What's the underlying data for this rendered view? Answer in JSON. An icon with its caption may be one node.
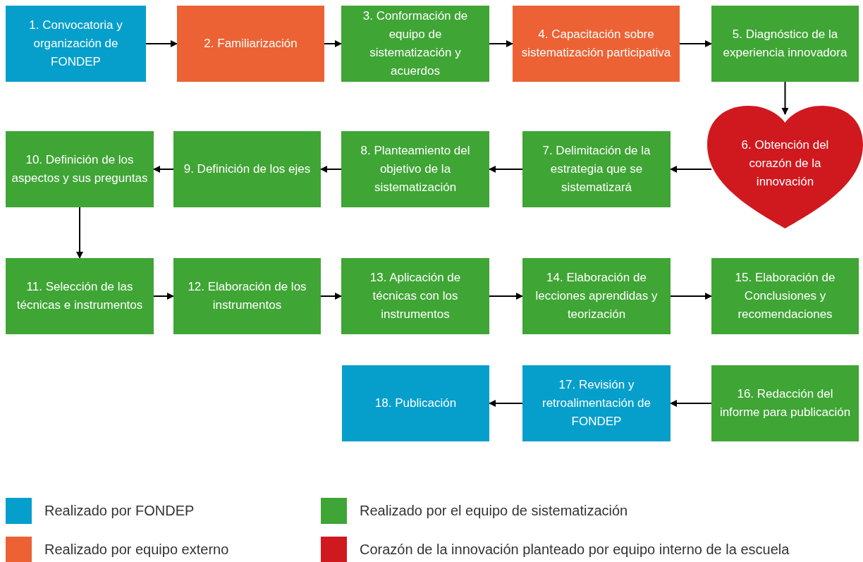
{
  "diagram": {
    "nodes": [
      {
        "text": [
          "1. Convocatoria y organización de FONDEP"
        ]
      },
      {
        "text": [
          "2. Familiarización"
        ]
      },
      {
        "text": [
          "3. Conformación de equipo de sistematización y acuerdos"
        ]
      },
      {
        "text": [
          "4. Capacitación sobre sistematización participativa"
        ]
      },
      {
        "text": [
          "5. Diagnóstico de la experiencia innovadora"
        ]
      },
      {
        "text": [
          "6. Obtención del corazón de la innovación"
        ]
      },
      {
        "text": [
          "7. Delimitación de la estrategia que se sistematizará"
        ]
      },
      {
        "text": [
          "8. Planteamiento del objetivo de la sistematización"
        ]
      },
      {
        "text": [
          "9. Definición de los ejes"
        ]
      },
      {
        "text": [
          "10. Definición de los aspectos y sus preguntas"
        ]
      },
      {
        "text": [
          "11. Selección de las técnicas e instrumentos"
        ]
      },
      {
        "text": [
          "12. Elaboración de los instrumentos"
        ]
      },
      {
        "text": [
          "13. Aplicación de técnicas con los instrumentos"
        ]
      },
      {
        "text": [
          "14. Elaboración de lecciones aprendidas y teorización"
        ]
      },
      {
        "text": [
          "15. Elaboración de Conclusiones y recomendaciones"
        ]
      },
      {
        "text": [
          "16. Redacción del informe para publicación"
        ]
      },
      {
        "text": [
          "17. Revisión y retroalimentación de FONDEP"
        ]
      },
      {
        "text": [
          "18. Publicación"
        ]
      }
    ],
    "edges": [
      {
        "from": 0,
        "to": 1,
        "arrow": "to"
      },
      {
        "from": 1,
        "to": 2,
        "arrow": "to"
      },
      {
        "from": 2,
        "to": 3,
        "arrow": "to"
      },
      {
        "from": 3,
        "to": 4,
        "arrow": "to"
      },
      {
        "from": 4,
        "to": 5,
        "arrow": "to"
      },
      {
        "from": 5,
        "to": 6,
        "arrow": "to"
      },
      {
        "from": 6,
        "to": 7,
        "arrow": "to"
      },
      {
        "from": 7,
        "to": 8,
        "arrow": "to"
      },
      {
        "from": 8,
        "to": 9,
        "arrow": "to"
      },
      {
        "from": 9,
        "to": 10,
        "arrow": "to"
      },
      {
        "from": 10,
        "to": 11,
        "arrow": "to"
      },
      {
        "from": 11,
        "to": 12,
        "arrow": "to"
      },
      {
        "from": 12,
        "to": 13,
        "arrow": "to"
      },
      {
        "from": 13,
        "to": 14,
        "arrow": "to"
      },
      {
        "from": 15,
        "to": 16,
        "arrow": "to"
      },
      {
        "from": 16,
        "to": 17,
        "arrow": "to"
      }
    ],
    "legend": [
      {
        "text": "Realizado por FONDEP",
        "color": "#069fcb"
      },
      {
        "text": "Realizado por el equipo de sistematización",
        "color": "#3fa535"
      },
      {
        "text": "Realizado por equipo externo",
        "color": "#ec6234"
      },
      {
        "text": "Corazón de la innovación planteado por equipo interno de la escuela",
        "color": "#d0191f"
      }
    ]
  }
}
